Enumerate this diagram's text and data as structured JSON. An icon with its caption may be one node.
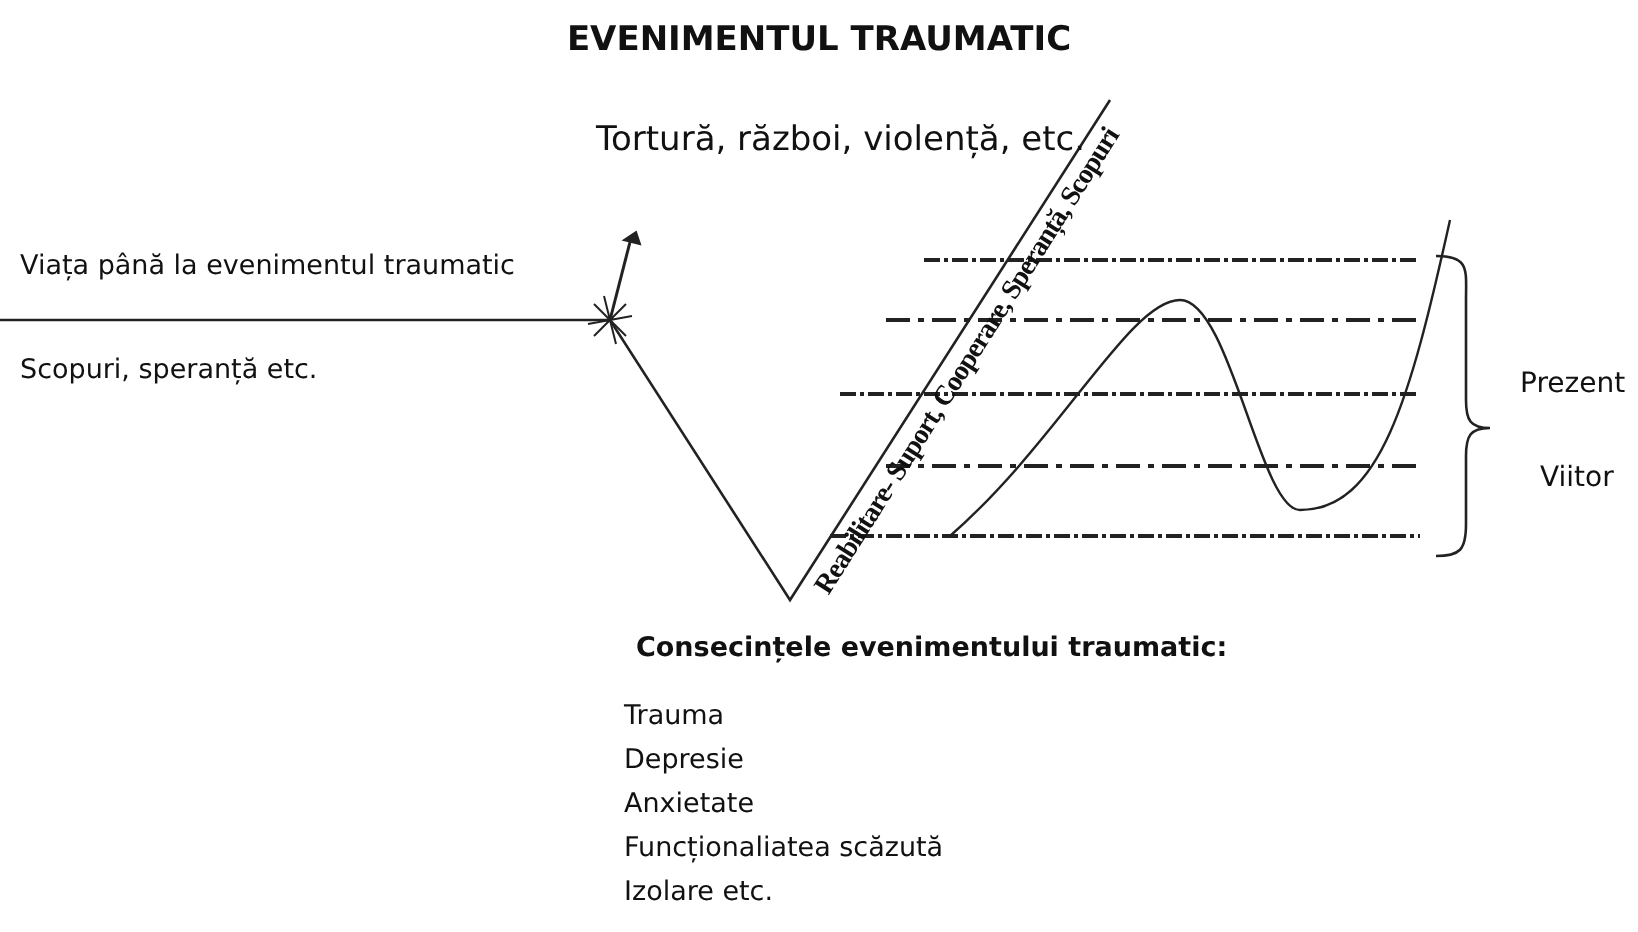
{
  "diagram": {
    "title": "EVENIMENTUL TRAUMATIC",
    "labels": [
      "Tortură, război, violență, etc.",
      "Viața până la evenimentul traumatic",
      "Scopuri, speranță etc.",
      "Reabilitare- Suport, Cooperare, Speranță, Scopuri",
      "Prezent",
      "Viitor",
      "Consecințele evenimentului traumatic:",
      "Trauma",
      "Depresie",
      "Anxietate",
      "Funcționaliatea scăzută",
      "Izolare etc."
    ]
  }
}
